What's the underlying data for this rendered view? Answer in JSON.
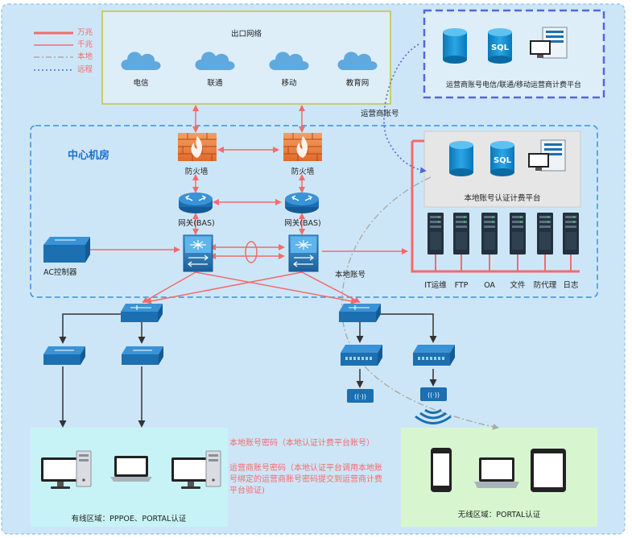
{
  "legend": [
    {
      "label": "万兆",
      "color": "#f26b6b",
      "style": "solid-thick"
    },
    {
      "label": "千兆",
      "color": "#f26b6b",
      "style": "solid"
    },
    {
      "label": "本地",
      "color": "#aaaaaa",
      "style": "dash-dot"
    },
    {
      "label": "远程",
      "color": "#5566dd",
      "style": "dotted"
    }
  ],
  "internet": {
    "title": "出口网络",
    "carriers": [
      "电信",
      "联通",
      "移动",
      "教育网"
    ]
  },
  "carrier_billing": {
    "label": "运营商账号电信/联通/移动运营商计费平台"
  },
  "carrier_account_label": "运营商账号",
  "datacenter": {
    "title": "中心机房"
  },
  "firewalls": [
    "防火墙",
    "防火墙"
  ],
  "gateways": [
    "网关(BAS)",
    "网关(BAS)"
  ],
  "ac_controller": "AC控制器",
  "local_account_label": "本地账号",
  "local_billing": {
    "label": "本地账号认证计费平台"
  },
  "servers": [
    "IT运维",
    "FTP",
    "OA",
    "文件",
    "防代理",
    "日志"
  ],
  "notes": {
    "local_pwd": "本地账号密码（本地认证计费平台账号）",
    "carrier_pwd": [
      "运营商账号密码（本地认证平台调用本地账",
      "号绑定的运营商账号密码提交到运营商计费",
      "平台验证)"
    ]
  },
  "wired_zone": {
    "label": "有线区域：PPPOE、PORTAL认证"
  },
  "wireless_zone": {
    "label": "无线区域：PORTAL认证"
  },
  "colors": {
    "link_red": "#f26b6b",
    "device_blue": "#2b7bbf",
    "dash_blue": "#3d8fe0",
    "remote_blue": "#5566dd"
  }
}
